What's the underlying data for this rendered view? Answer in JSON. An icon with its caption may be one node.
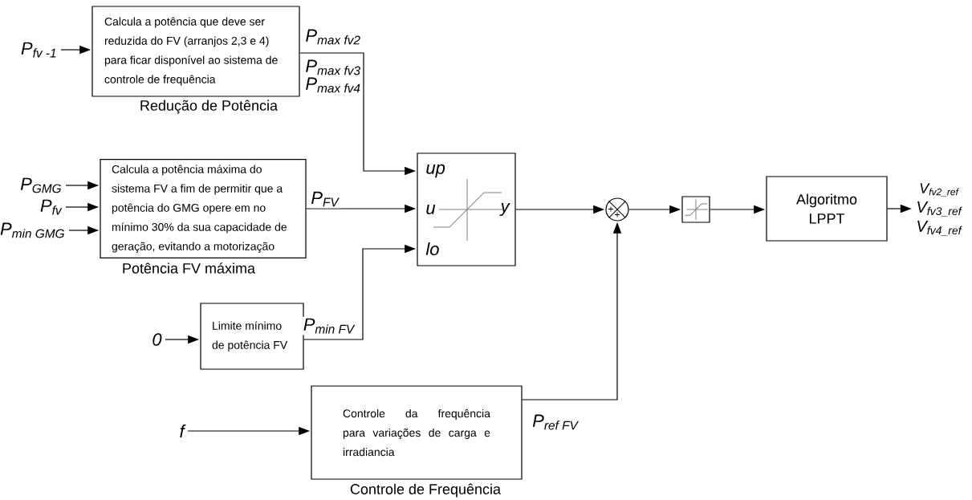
{
  "diagram": {
    "nodes": [
      {
        "text": [
          "\\textit{P}_{\\textit{fv -1}}"
        ]
      },
      {
        "text": [
          "Calcula a potência que deve ser reduzida do FV (arranjos 2,3 e 4) para ficar disponível ao sistema de controle de frequência",
          "Redução de Potência"
        ],
        "beside": [
          "\\textit{P}_{\\textit{max fv2}}",
          "\\textit{P}_{\\textit{max fv3}}",
          "\\textit{P}_{\\textit{max fv4}}"
        ]
      },
      {
        "text": [
          "\\textit{P}_{\\textit{GMG}}"
        ]
      },
      {
        "text": [
          "\\textit{P}_{\\textit{fv}}"
        ]
      },
      {
        "text": [
          "\\textit{P}_{\\textit{min GMG}}"
        ]
      },
      {
        "text": [
          "Calcula a potência máxima do sistema FV a fim de permitir que a potência do GMG opere em no mínimo 30% da sua capacidade de geração, evitando a motorização",
          "Potência FV máxima"
        ]
      },
      {
        "text": [
          "\\textit{0}"
        ]
      },
      {
        "text": [
          "Limite mínimo de potência FV"
        ]
      },
      {
        "text": [
          "\\textit{f}"
        ]
      },
      {
        "text": [
          "Controle da frequência para variações de carga e irradiancia",
          "Controle de Frequência"
        ]
      },
      {
        "text": [
          "up",
          "u",
          "lo",
          "y"
        ]
      },
      {
        "text": [
          "+",
          "+"
        ]
      },
      {
        "text": [],
        "shape": "box"
      },
      {
        "text": [
          "Algoritmo LPPT"
        ]
      },
      {
        "text": [
          "\\textit{V}_{\\textit{fv2\\_ref}}",
          "\\textit{V}_{\\textit{fv3\\_ref}}",
          "\\textit{V}_{\\textit{fv4\\_ref}}"
        ]
      }
    ],
    "edges": [
      {
        "from": 0,
        "to": 1,
        "arrow": "to"
      },
      {
        "from": 2,
        "to": 5,
        "arrow": "to"
      },
      {
        "from": 3,
        "to": 5,
        "arrow": "to"
      },
      {
        "from": 4,
        "to": 5,
        "arrow": "to"
      },
      {
        "from": 6,
        "to": 7,
        "arrow": "to"
      },
      {
        "from": 8,
        "to": 9,
        "arrow": "to"
      },
      {
        "from": 1,
        "to": 10,
        "arrow": "to"
      },
      {
        "from": 5,
        "to": 10,
        "arrow": "to",
        "label": "\\textit{P}_{\\textit{FV}}"
      },
      {
        "from": 7,
        "to": 10,
        "arrow": "to",
        "label": "\\textit{P}_{\\textit{min FV}}"
      },
      {
        "from": 10,
        "to": 11,
        "arrow": "to"
      },
      {
        "from": 9,
        "to": 11,
        "arrow": "to",
        "label": "\\textit{P}_{\\textit{ref FV}}"
      },
      {
        "from": 11,
        "to": 12,
        "arrow": "to"
      },
      {
        "from": 12,
        "to": 13,
        "arrow": "to"
      },
      {
        "from": 13,
        "to": 14,
        "arrow": "to"
      }
    ]
  }
}
